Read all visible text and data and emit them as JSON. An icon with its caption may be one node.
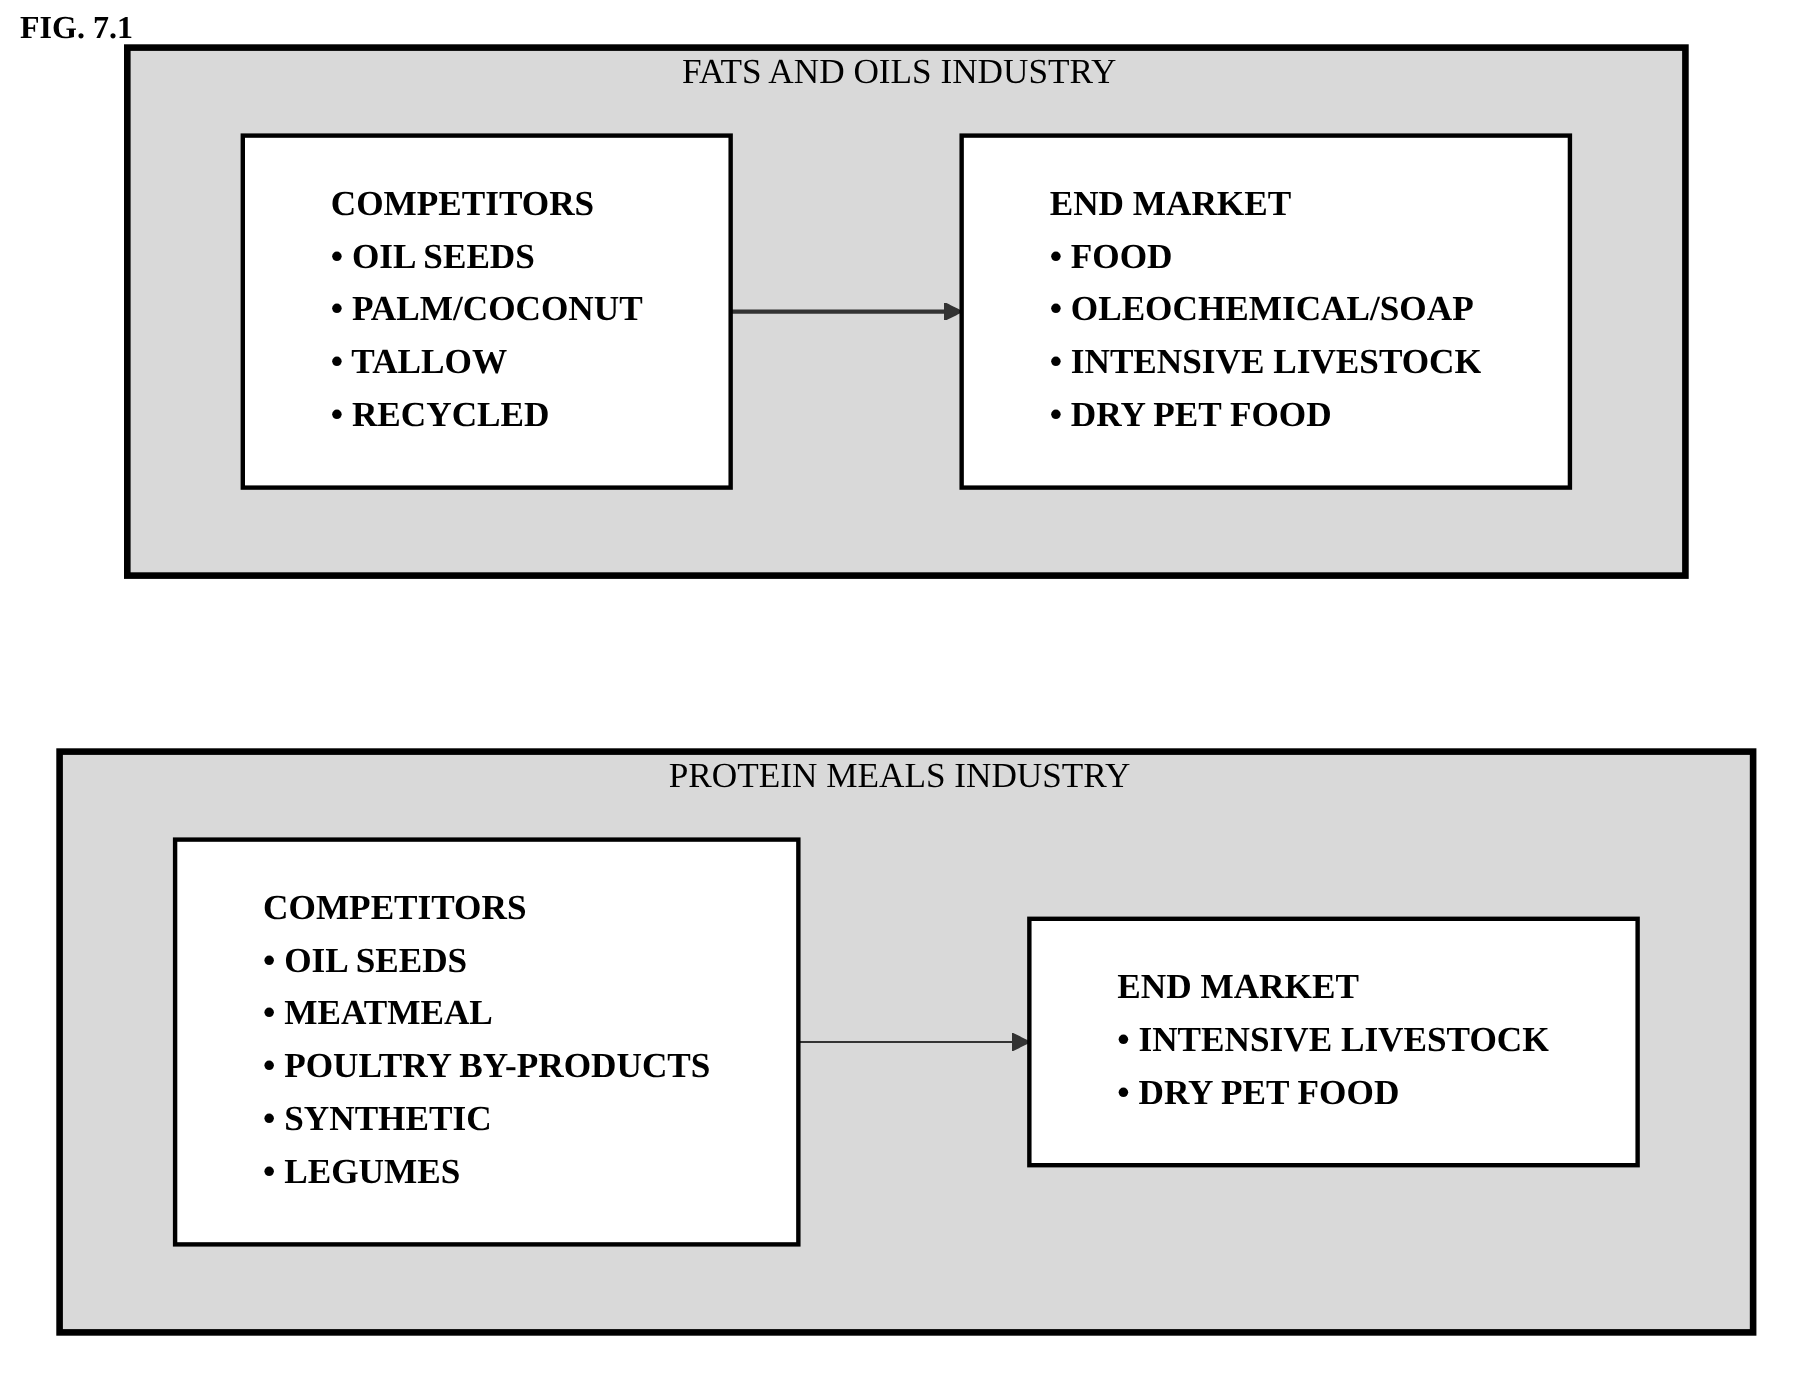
{
  "diagram": {
    "nodes": [
      {
        "text": [
          "FATS AND OILS INDUSTRY"
        ]
      },
      {
        "text": [
          "COMPETITORS",
          "• OIL SEEDS",
          "• PALM/COCONUT",
          "• TALLOW",
          "• RECYCLED"
        ],
        "in": 0
      },
      {
        "text": [
          "END MARKET",
          "• FOOD",
          "• OLEOCHEMICAL/SOAP",
          "• INTENSIVE LIVESTOCK",
          "• DRY PET FOOD"
        ],
        "in": 0
      },
      {
        "text": [
          "PROTEIN MEALS INDUSTRY"
        ]
      },
      {
        "text": [
          "COMPETITORS",
          "• OIL SEEDS",
          "• MEATMEAL",
          "• POULTRY BY-PRODUCTS",
          "• SYNTHETIC",
          "• LEGUMES"
        ],
        "in": 3
      },
      {
        "text": [
          "END MARKET",
          "• INTENSIVE LIVESTOCK",
          "• DRY PET FOOD"
        ],
        "in": 3
      }
    ],
    "edges": [
      {
        "from": 1,
        "to": 2,
        "arrow": "to"
      },
      {
        "from": 4,
        "to": 5,
        "arrow": "to"
      }
    ],
    "labels": [
      "FIG. 7.1"
    ]
  }
}
